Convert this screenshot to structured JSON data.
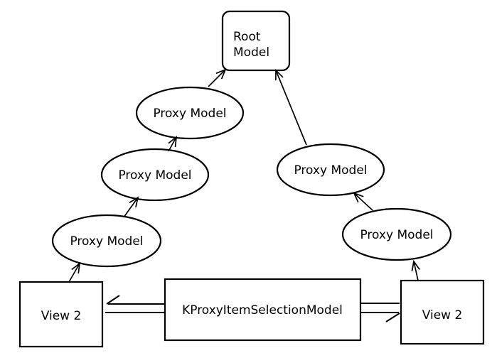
{
  "colors": {
    "background": "#ffffff",
    "stroke": "#000000",
    "text": "#000000"
  },
  "nodes": {
    "root_lines": [
      "Root",
      "Model"
    ],
    "proxy_labels": [
      "Proxy Model",
      "Proxy Model",
      "Proxy Model",
      "Proxy Model",
      "Proxy Model"
    ],
    "selection_model_label": "KProxyItemSelectionModel",
    "view_labels": [
      "View 2",
      "View 2"
    ]
  }
}
